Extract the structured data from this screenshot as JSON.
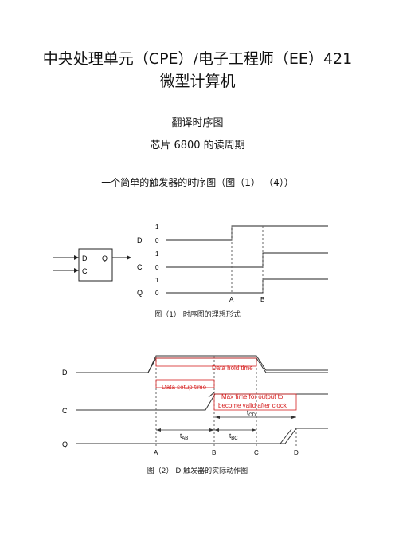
{
  "document": {
    "title_line1": "中央处理单元（CPE）/电子工程师（EE）421",
    "title_line2": "微型计算机",
    "subtitle": "翻译时序图",
    "chip_line": "芯片 6800 的读周期",
    "section_heading": "一个简单的触发器的时序图（图（1）-（4））"
  },
  "figure1": {
    "caption": "图（1） 时序图的理想形式",
    "block": {
      "pin_d": "D",
      "pin_q": "Q",
      "pin_c": "C"
    },
    "signals": {
      "d": "D",
      "c": "C",
      "q": "Q"
    },
    "levels": {
      "d_high": "1",
      "d_low": "0",
      "c_high": "1",
      "c_low": "0",
      "q_high": "1",
      "q_low": "0"
    },
    "markers": {
      "a": "A",
      "b": "B"
    }
  },
  "figure2": {
    "caption": "图（2） D 触发器的实际动作图",
    "signals": {
      "d": "D",
      "c": "C",
      "q": "Q"
    },
    "annotations": {
      "data_hold_time": "Data hold time",
      "data_setup_time": "Data setup time",
      "max_time_line1": "Max time for output to",
      "max_time_line2": "become valid after clock",
      "t_cd": "t",
      "t_cd_sub": "CD",
      "t_ab": "t",
      "t_ab_sub": "AB",
      "t_bc": "t",
      "t_bc_sub": "BC"
    },
    "markers": {
      "a": "A",
      "b": "B",
      "c": "C",
      "d": "D"
    },
    "colors": {
      "annotation": "#d62020",
      "box": "#d62020"
    }
  }
}
